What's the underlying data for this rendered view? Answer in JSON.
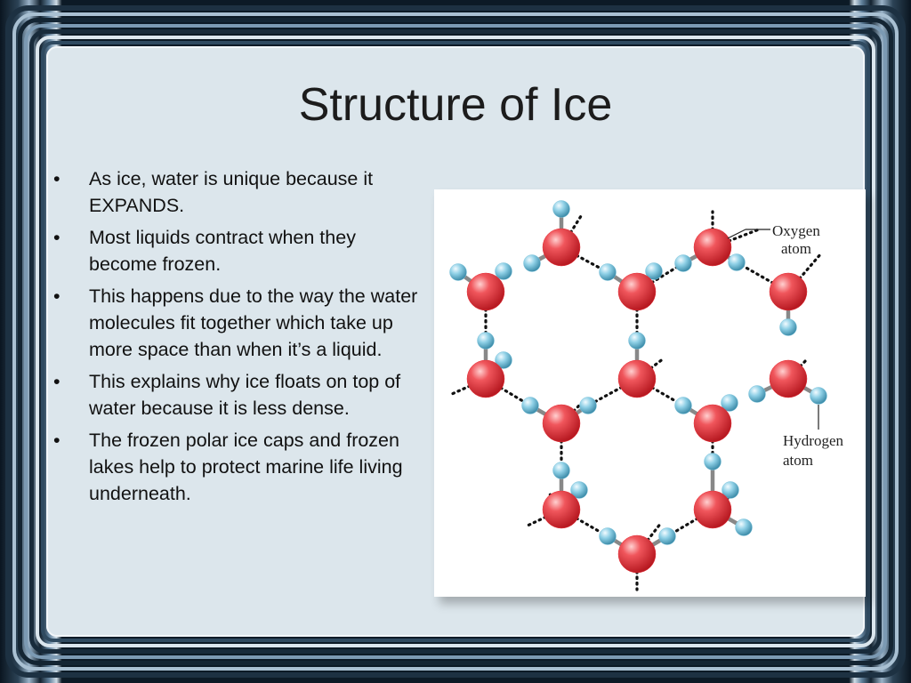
{
  "slide": {
    "title": "Structure of Ice",
    "bullets": [
      "As ice, water is unique because it EXPANDS.",
      "Most liquids contract when they become frozen.",
      "This happens due to the way the water molecules fit together which take up more space than when it’s a liquid.",
      "This explains why ice floats on top of water because it is less dense.",
      "The frozen polar ice caps and frozen lakes help to protect marine life living underneath."
    ],
    "bullet_glyph": "•"
  },
  "figure": {
    "labels": {
      "oxygen_line1": "Oxygen",
      "oxygen_line2": "atom",
      "hydrogen_line1": "Hydrogen",
      "hydrogen_line2": "atom"
    },
    "colors": {
      "oxygen": "#e8333b",
      "hydrogen": "#7fc4dc",
      "bond": "#888888",
      "hbond": "#111111"
    }
  }
}
